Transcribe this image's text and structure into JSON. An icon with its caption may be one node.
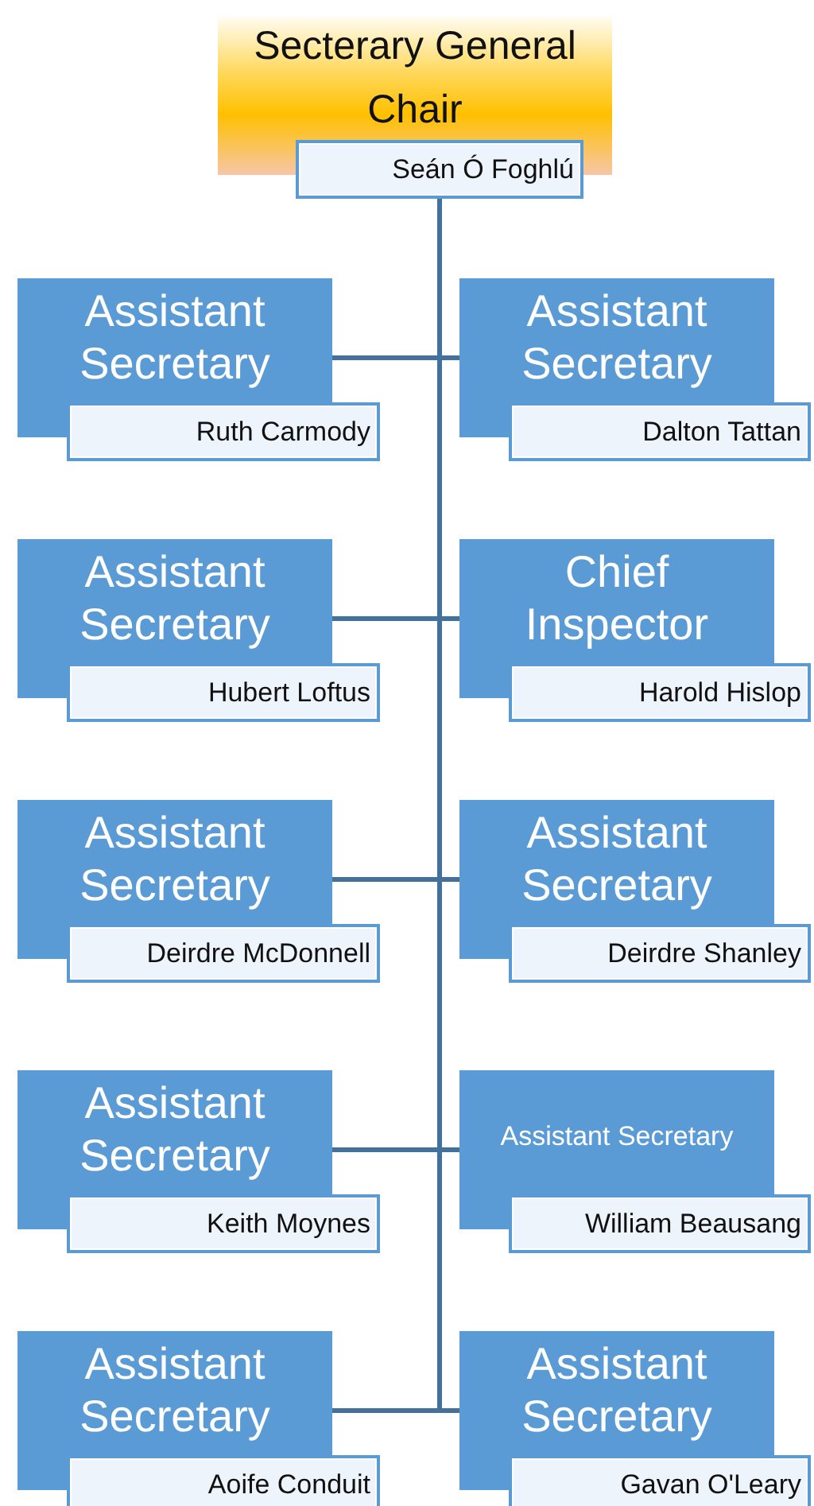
{
  "diagram": {
    "nodes": [
      {
        "text": [
          "Secterary General",
          "Chair",
          "Seán Ó Foghlú"
        ]
      },
      {
        "text": [
          "Assistant Secretary",
          "Ruth Carmody"
        ]
      },
      {
        "text": [
          "Assistant Secretary",
          "Dalton Tattan"
        ]
      },
      {
        "text": [
          "Assistant Secretary",
          "Hubert Loftus"
        ]
      },
      {
        "text": [
          "Chief Inspector",
          "Harold Hislop"
        ]
      },
      {
        "text": [
          "Assistant Secretary",
          "Deirdre McDonnell"
        ]
      },
      {
        "text": [
          "Assistant Secretary",
          "Deirdre Shanley"
        ]
      },
      {
        "text": [
          "Assistant Secretary",
          "Keith Moynes"
        ]
      },
      {
        "text": [
          "Assistant Secretary",
          "William Beausang"
        ]
      },
      {
        "text": [
          "Assistant Secretary",
          "Aoife Conduit"
        ]
      },
      {
        "text": [
          "Assistant Secretary",
          "Gavan O'Leary"
        ]
      }
    ],
    "edges": [
      {
        "from": 0,
        "to": 1,
        "arrow": "none"
      },
      {
        "from": 0,
        "to": 2,
        "arrow": "none"
      },
      {
        "from": 0,
        "to": 3,
        "arrow": "none"
      },
      {
        "from": 0,
        "to": 4,
        "arrow": "none"
      },
      {
        "from": 0,
        "to": 5,
        "arrow": "none"
      },
      {
        "from": 0,
        "to": 6,
        "arrow": "none"
      },
      {
        "from": 0,
        "to": 7,
        "arrow": "none"
      },
      {
        "from": 0,
        "to": 8,
        "arrow": "none"
      },
      {
        "from": 0,
        "to": 9,
        "arrow": "none"
      },
      {
        "from": 0,
        "to": 10,
        "arrow": "none"
      }
    ]
  }
}
